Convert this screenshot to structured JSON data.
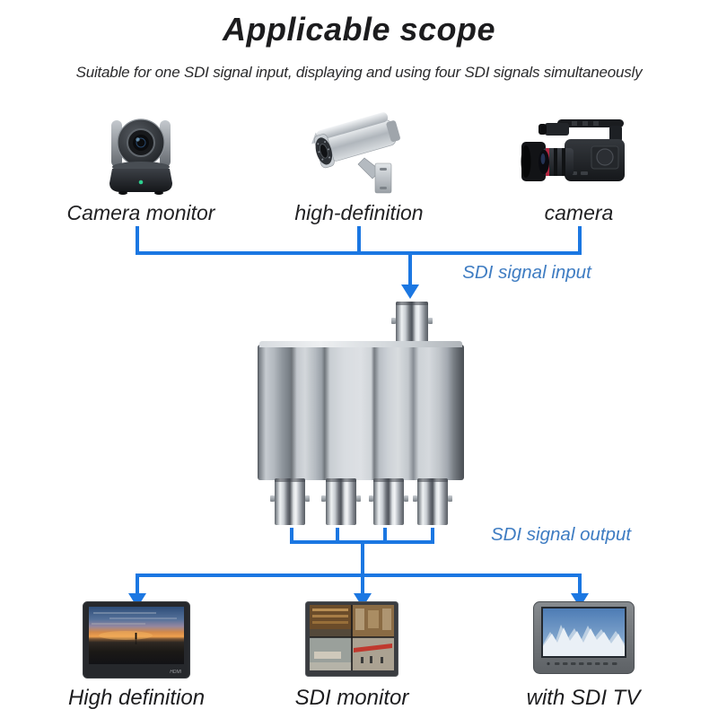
{
  "title": "Applicable scope",
  "subtitle": "Suitable for one SDI signal input, displaying and using four SDI signals simultaneously",
  "flow": {
    "input_label": "SDI signal input",
    "output_label": "SDI signal output"
  },
  "sources": [
    {
      "label": "Camera monitor",
      "icon": "ptz-camera-icon"
    },
    {
      "label": "high-definition",
      "icon": "bullet-camera-icon"
    },
    {
      "label": "camera",
      "icon": "camcorder-icon"
    }
  ],
  "device": {
    "type": "sdi-splitter",
    "input_ports": 1,
    "output_ports": 4
  },
  "sinks": [
    {
      "label": "High definition",
      "icon": "hdmi-monitor-icon",
      "bezel_text": "HDMI"
    },
    {
      "label": "SDI monitor",
      "icon": "sdi-monitor-icon"
    },
    {
      "label": "with SDI TV",
      "icon": "sdi-tv-monitor-icon"
    }
  ],
  "colors": {
    "connector_line": "#1b77e2",
    "flow_label_text": "#3e7cc2",
    "heading_text": "#1c1c1e"
  }
}
